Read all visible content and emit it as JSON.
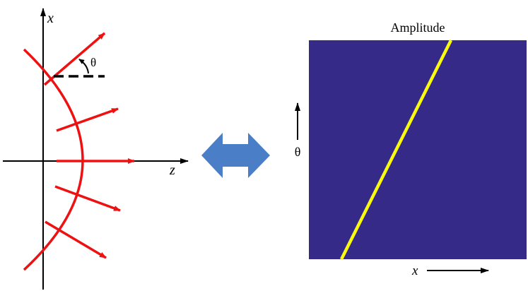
{
  "left_diagram": {
    "axis_x_label": "x",
    "axis_z_label": "z",
    "angle_label": "θ",
    "ray_color": "#ee1111",
    "axis_color": "#000000"
  },
  "middle": {
    "double_arrow_color": "#4a7fc8"
  },
  "right_panel": {
    "title": "Amplitude",
    "y_axis_label": "θ",
    "x_axis_label": "x",
    "background_color": "#352a87",
    "line_color": "#f9fb0e"
  }
}
